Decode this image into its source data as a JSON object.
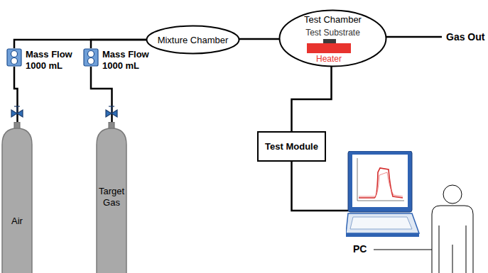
{
  "diagram": {
    "nodes": [
      {
        "text": [
          "Mixture Chamber"
        ]
      },
      {
        "text": [
          "Test Chamber",
          "Test Substrate"
        ]
      },
      {
        "text": [
          "Heater"
        ],
        "in": 1
      },
      {
        "text": [
          "Mass Flow 1000 mL"
        ]
      },
      {
        "text": [
          "Mass Flow 1000 mL"
        ]
      },
      {
        "text": [
          "Test Module"
        ]
      },
      {
        "text": [
          "Air"
        ]
      },
      {
        "text": [
          "Target Gas"
        ]
      },
      {
        "text": [
          "PC"
        ]
      }
    ],
    "edges": [
      {
        "from": 6,
        "to": 3,
        "arrow": "none"
      },
      {
        "from": 7,
        "to": 4,
        "arrow": "none"
      },
      {
        "from": 3,
        "to": 0,
        "arrow": "none"
      },
      {
        "from": 4,
        "to": 0,
        "arrow": "none"
      },
      {
        "from": 0,
        "to": 1,
        "arrow": "none"
      },
      {
        "from": 1,
        "to": 5,
        "arrow": "none"
      },
      {
        "from": 5,
        "to": 8,
        "arrow": "none"
      }
    ],
    "labels": [
      "Gas Out"
    ]
  }
}
